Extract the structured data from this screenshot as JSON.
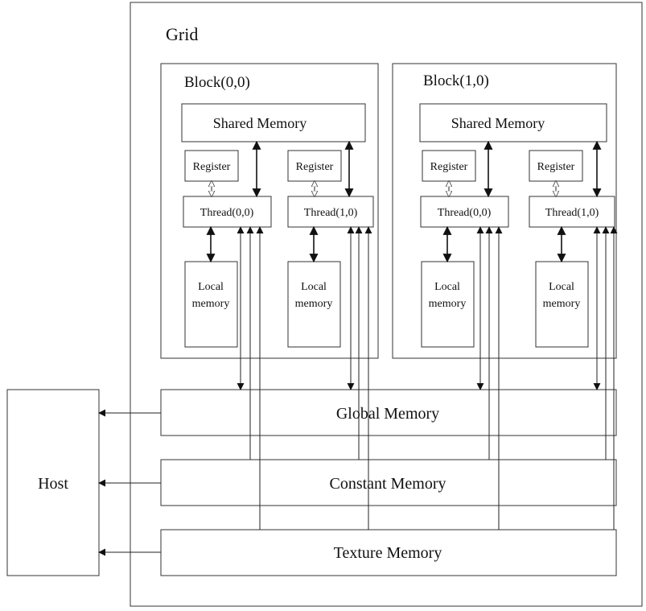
{
  "grid": {
    "label": "Grid"
  },
  "blocks": [
    {
      "label": "Block(0,0)",
      "shared_memory": "Shared Memory",
      "threads": [
        {
          "register": "Register",
          "thread": "Thread(0,0)",
          "local_memory": [
            "Local",
            "memory"
          ]
        },
        {
          "register": "Register",
          "thread": "Thread(1,0)",
          "local_memory": [
            "Local",
            "memory"
          ]
        }
      ]
    },
    {
      "label": "Block(1,0)",
      "shared_memory": "Shared Memory",
      "threads": [
        {
          "register": "Register",
          "thread": "Thread(0,0)",
          "local_memory": [
            "Local",
            "memory"
          ]
        },
        {
          "register": "Register",
          "thread": "Thread(1,0)",
          "local_memory": [
            "Local",
            "memory"
          ]
        }
      ]
    }
  ],
  "memories": {
    "global": "Global Memory",
    "constant": "Constant Memory",
    "texture": "Texture Memory"
  },
  "host": {
    "label": "Host"
  }
}
